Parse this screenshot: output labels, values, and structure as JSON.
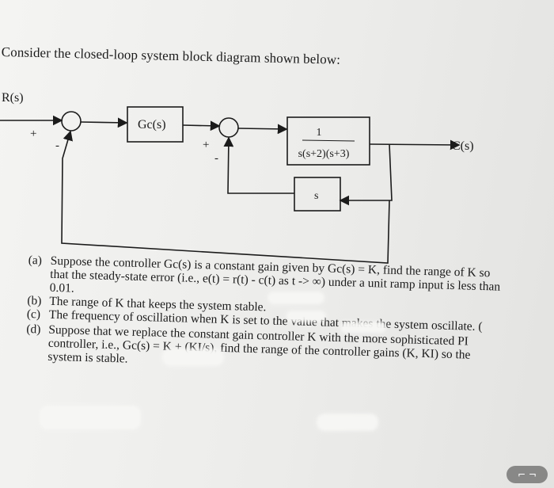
{
  "title": "Consider the closed-loop system block diagram shown below:",
  "diagram": {
    "input_label": "R(s)",
    "output_label": "C(s)",
    "controller_label": "Gc(s)",
    "plant_numerator": "1",
    "plant_denominator": "s(s+2)(s+3)",
    "feedback_label": "s",
    "sum1_plus": "+",
    "sum1_minus": "-",
    "sum2_plus": "+",
    "sum2_minus": "-"
  },
  "questions": {
    "a": {
      "label": "(a)",
      "text": "Suppose the controller Gc(s) is a constant gain given by Gc(s) = K, find the range of K so that the steady-state error (i.e., e(t) = r(t) - c(t) as t -> ∞) under a unit ramp input is less than 0.01."
    },
    "b": {
      "label": "(b)",
      "text": "The range of K that keeps the system stable."
    },
    "c": {
      "label": "(c)",
      "text": "The frequency of oscillation when K is set to the value that makes the system oscillate. ("
    },
    "d": {
      "label": "(d)",
      "text": "Suppose that we replace the constant gain controller K with the more sophisticated PI controller, i.e., Gc(s) = K + (KI/s), find the range of the controller gains (K, KI) so the system is stable."
    }
  },
  "corner_icon": "caption-icon"
}
